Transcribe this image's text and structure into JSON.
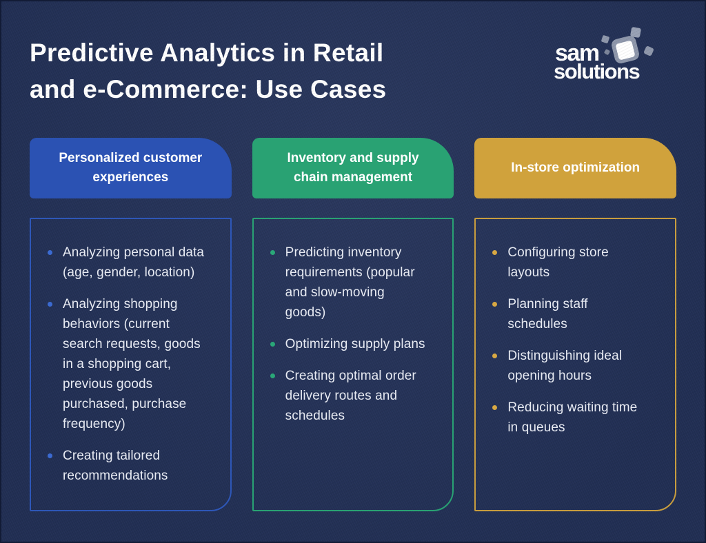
{
  "page": {
    "title_line1": "Predictive Analytics in Retail",
    "title_line2": "and e-Commerce: Use Cases"
  },
  "logo": {
    "word1": "sam",
    "word2": "solutions"
  },
  "colors": {
    "background": "#233158",
    "title_text": "#ffffff",
    "body_text": "#e7eaf2",
    "column_blue": "#2b52b3",
    "column_green": "#29a273",
    "column_gold": "#d0a23c"
  },
  "columns": [
    {
      "header": "Personalized customer experiences",
      "accent": "#2b52b3",
      "items": [
        "Analyzing personal data (age, gender, location)",
        "Analyzing shopping behaviors (current search requests, goods in a shopping cart, previous goods purchased, purchase frequency)",
        "Creating tailored recommendations"
      ]
    },
    {
      "header": "Inventory and supply chain management",
      "accent": "#29a273",
      "items": [
        "Predicting inventory requirements (popular and slow-moving goods)",
        "Optimizing supply plans",
        "Creating optimal order delivery routes and schedules"
      ]
    },
    {
      "header": "In-store optimization",
      "accent": "#d0a23c",
      "items": [
        "Configuring store layouts",
        "Planning staff schedules",
        "Distinguishing ideal opening hours",
        "Reducing waiting time in queues"
      ]
    }
  ]
}
